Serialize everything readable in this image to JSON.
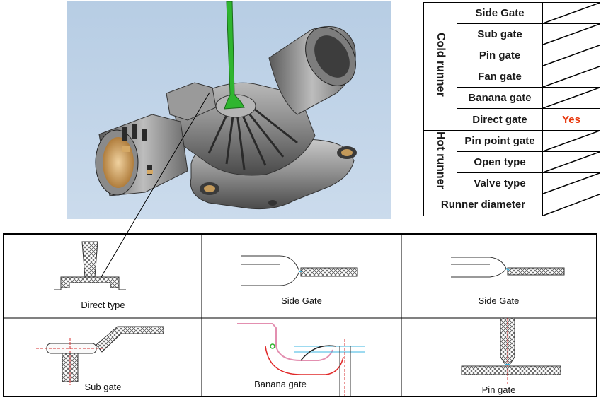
{
  "table": {
    "groups": [
      {
        "label": "Cold runner",
        "rows": [
          {
            "name": "Side Gate",
            "value": ""
          },
          {
            "name": "Sub gate",
            "value": ""
          },
          {
            "name": "Pin gate",
            "value": ""
          },
          {
            "name": "Fan gate",
            "value": ""
          },
          {
            "name": "Banana  gate",
            "value": ""
          },
          {
            "name": "Direct gate",
            "value": "Yes"
          }
        ]
      },
      {
        "label": "Hot runner",
        "rows": [
          {
            "name": "Pin point gate",
            "value": ""
          },
          {
            "name": "Open type",
            "value": ""
          },
          {
            "name": "Valve type",
            "value": ""
          }
        ]
      }
    ],
    "footer": {
      "name": "Runner diameter",
      "value": ""
    }
  },
  "diagrams": [
    {
      "label": "Direct type"
    },
    {
      "label": "Side Gate"
    },
    {
      "label": "Side Gate"
    },
    {
      "label": "Sub gate"
    },
    {
      "label": "Banana  gate"
    },
    {
      "label": "Pin gate"
    }
  ],
  "colors": {
    "runner_green": "#2fb52f",
    "part_grey": "#8a8a8a",
    "highlight": "#e8380d"
  }
}
